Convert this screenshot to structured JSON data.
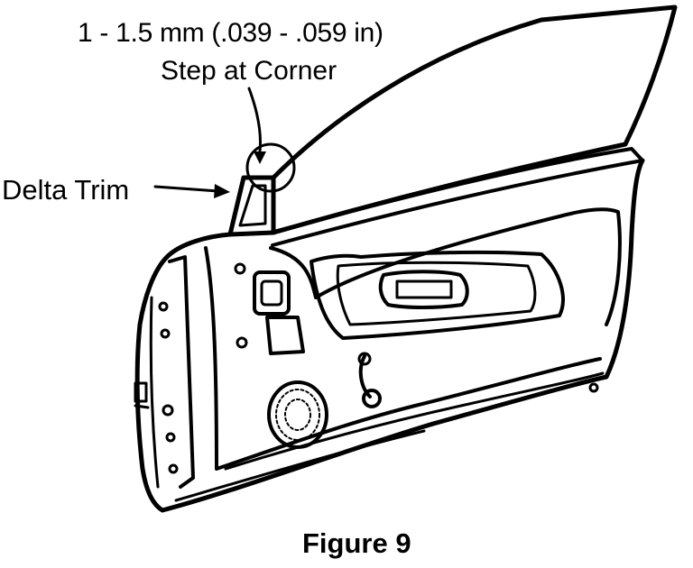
{
  "callouts": {
    "step_spec": "1 - 1.5 mm (.039 - .059 in)",
    "step_location": "Step at Corner",
    "trim_name": "Delta Trim"
  },
  "caption": "Figure 9",
  "colors": {
    "ink": "#000000",
    "paper": "#ffffff"
  }
}
